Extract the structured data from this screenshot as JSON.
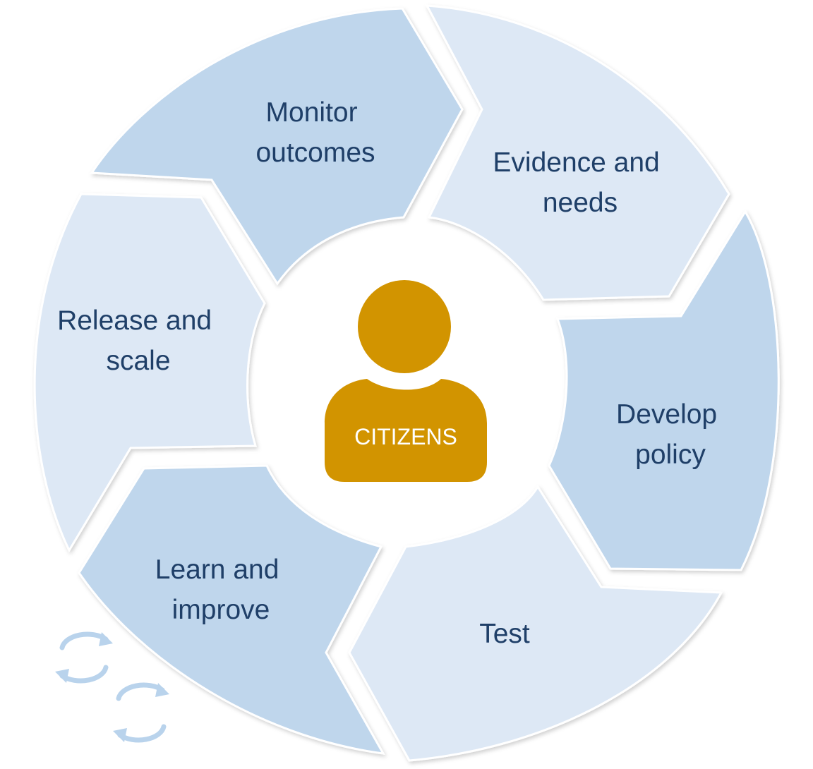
{
  "diagram": {
    "center": {
      "label": "CITIZENS",
      "icon": "person-icon",
      "color": "#d29400",
      "text_color": "#ffffff"
    },
    "segments": [
      {
        "id": "monitor",
        "lines": [
          "Monitor",
          "outcomes"
        ],
        "color": "#bfd6ec"
      },
      {
        "id": "evidence",
        "lines": [
          "Evidence and",
          "needs"
        ],
        "color": "#dde8f5"
      },
      {
        "id": "develop",
        "lines": [
          "Develop",
          "policy"
        ],
        "color": "#bfd6ec"
      },
      {
        "id": "test",
        "lines": [
          "Test"
        ],
        "color": "#dde8f5"
      },
      {
        "id": "learn",
        "lines": [
          "Learn and",
          "improve"
        ],
        "color": "#bfd6ec"
      },
      {
        "id": "release",
        "lines": [
          "Release and",
          "scale"
        ],
        "color": "#dde8f5"
      }
    ],
    "text_color": "#1f3f68",
    "corner_icon": "refresh-cycle-icon"
  }
}
